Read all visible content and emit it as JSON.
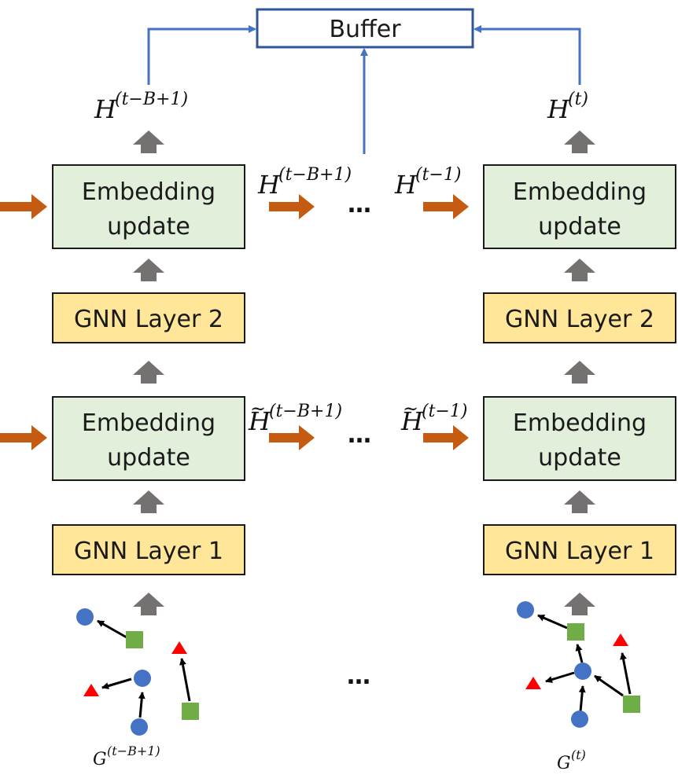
{
  "colors": {
    "embedding_fill": "#e2efda",
    "gnn_fill": "#ffe699",
    "box_stroke": "#1a1a1a",
    "buffer_stroke": "#2f5597",
    "blue_arrow": "#4472c4",
    "orange_arrow": "#c55a11",
    "gray_arrow": "#767171",
    "node_circle": "#4472c4",
    "node_square": "#70ad47",
    "node_triangle": "#ff0000",
    "edge": "#000000"
  },
  "buffer": {
    "label": "Buffer"
  },
  "left_column": {
    "output_label": {
      "base": "H",
      "sup": "(t−B+1)"
    },
    "embedding_upper": {
      "line1": "Embedding",
      "line2": "update"
    },
    "gnn_layer2": {
      "label": "GNN Layer 2"
    },
    "embedding_lower": {
      "line1": "Embedding",
      "line2": "update"
    },
    "gnn_layer1": {
      "label": "GNN Layer 1"
    },
    "graph_label": {
      "base": "G",
      "sup": "(t−B+1)"
    }
  },
  "right_column": {
    "output_label": {
      "base": "H",
      "sup": "(t)"
    },
    "embedding_upper": {
      "line1": "Embedding",
      "line2": "update"
    },
    "gnn_layer2": {
      "label": "GNN Layer 2"
    },
    "embedding_lower": {
      "line1": "Embedding",
      "line2": "update"
    },
    "gnn_layer1": {
      "label": "GNN Layer 1"
    },
    "graph_label": {
      "base": "G",
      "sup": "(t)"
    }
  },
  "middle": {
    "upper_left_label": {
      "base": "H",
      "sup": "(t−B+1)"
    },
    "upper_right_label": {
      "base": "H",
      "sup": "(t−1)"
    },
    "lower_left_label": {
      "base": "H",
      "tilde": "~",
      "sup": "(t−B+1)"
    },
    "lower_right_label": {
      "base": "H",
      "tilde": "~",
      "sup": "(t−1)"
    },
    "ellipsis_upper": "…",
    "ellipsis_lower": "…",
    "ellipsis_graph": "…"
  }
}
